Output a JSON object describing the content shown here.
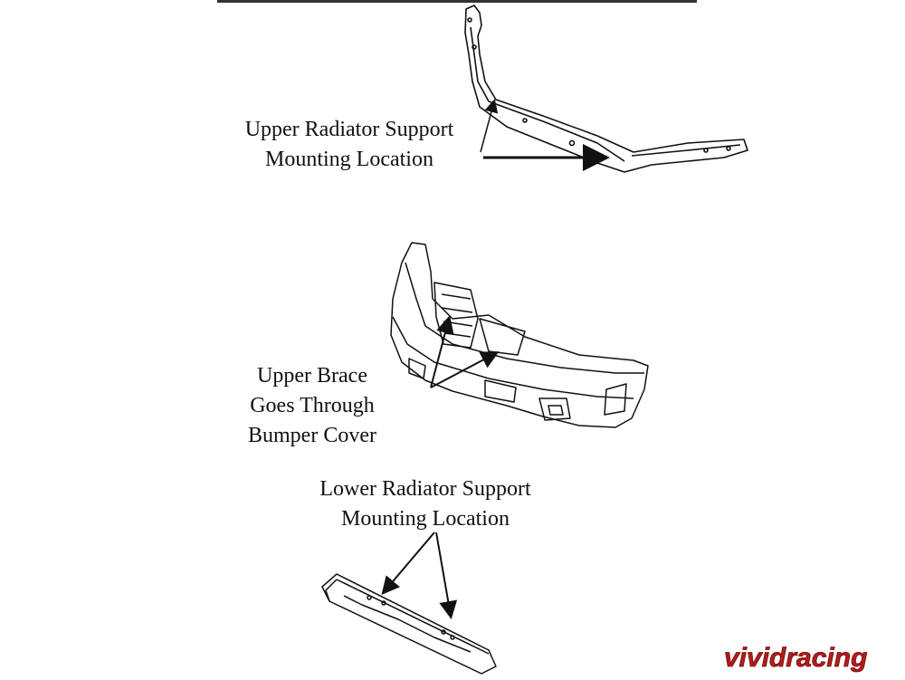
{
  "labels": {
    "upper_support": {
      "line1": "Upper Radiator Support",
      "line2": "Mounting Location"
    },
    "upper_brace": {
      "line1": "Upper Brace",
      "line2": "Goes Through",
      "line3": "Bumper Cover"
    },
    "lower_support": {
      "line1": "Lower Radiator Support",
      "line2": "Mounting Location"
    }
  },
  "watermark": {
    "text": "vividracing",
    "color": "#b01c1c"
  },
  "colors": {
    "line": "#111111",
    "background": "#ffffff"
  }
}
